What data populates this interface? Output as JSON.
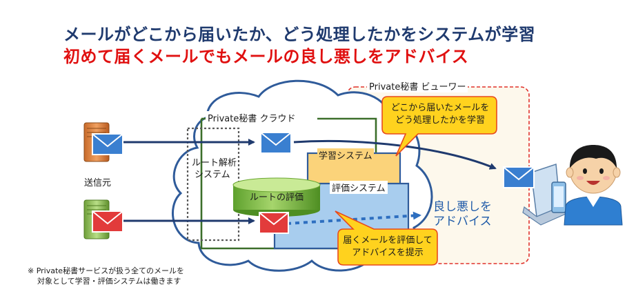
{
  "headline": {
    "line1": "メールがどこから届いたか、どう処理したかをシステムが学習",
    "line2": "初めて届くメールでもメールの良し悪しをアドバイス"
  },
  "labels": {
    "viewer": "Private秘書 ビューワー",
    "cloud": "Private秘書 クラウド",
    "route_analysis_1": "ルート解析",
    "route_analysis_2": "システム",
    "sender": "送信元",
    "route_eval": "ルートの評価",
    "learning": "学習システム",
    "evaluation": "評価システム",
    "advice_1": "良し悪しを",
    "advice_2": "アドバイス"
  },
  "callouts": {
    "learn_1": "どこから届いたメールを",
    "learn_2": "どう処理したかを学習",
    "eval_1": "届くメールを評価して",
    "eval_2": "アドバイスを提示"
  },
  "note": {
    "line1": "※ Private秘書サービスが扱う全てのメールを",
    "line2": "対象として学習・評価システムは働きます"
  },
  "colors": {
    "headline_blue": "#1f3a6e",
    "headline_red": "#e01010",
    "arrow_navy": "#1f3a6e",
    "cloud_border": "#2f5b9a",
    "cloud_green": "#3b6e2a",
    "viewer_dash": "#e0302a",
    "learning_fill": "#fbd37a",
    "evaluation_fill": "#a8cdee",
    "callout_fill": "#ffd21e",
    "callout_border": "#e8491d",
    "envelope_blue": "#3a7fd0",
    "envelope_red": "#e23b3b"
  }
}
